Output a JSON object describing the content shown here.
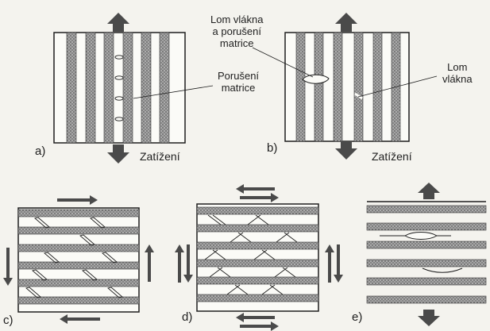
{
  "colors": {
    "paper": "#f4f3ee",
    "ink": "#1e1e1e",
    "fiber": "#9a9a9a",
    "arrow": "#4a4a4a"
  },
  "panels": {
    "a": {
      "tag": "a)",
      "load_label": "Zatížení",
      "callout_matrix": "Porušení\nmatrice"
    },
    "b": {
      "tag": "b)",
      "load_label": "Zatížení",
      "callout_top": "Lom vlákna\na porušení\nmatrice",
      "callout_fiber": "Lom\nvlákna"
    },
    "c": {
      "tag": "c)"
    },
    "d": {
      "tag": "d)"
    },
    "e": {
      "tag": "e)"
    }
  },
  "icons": {
    "load_arrow": "thick-block-arrow-icon",
    "shear_arrow": "shear-arrow-icon"
  }
}
